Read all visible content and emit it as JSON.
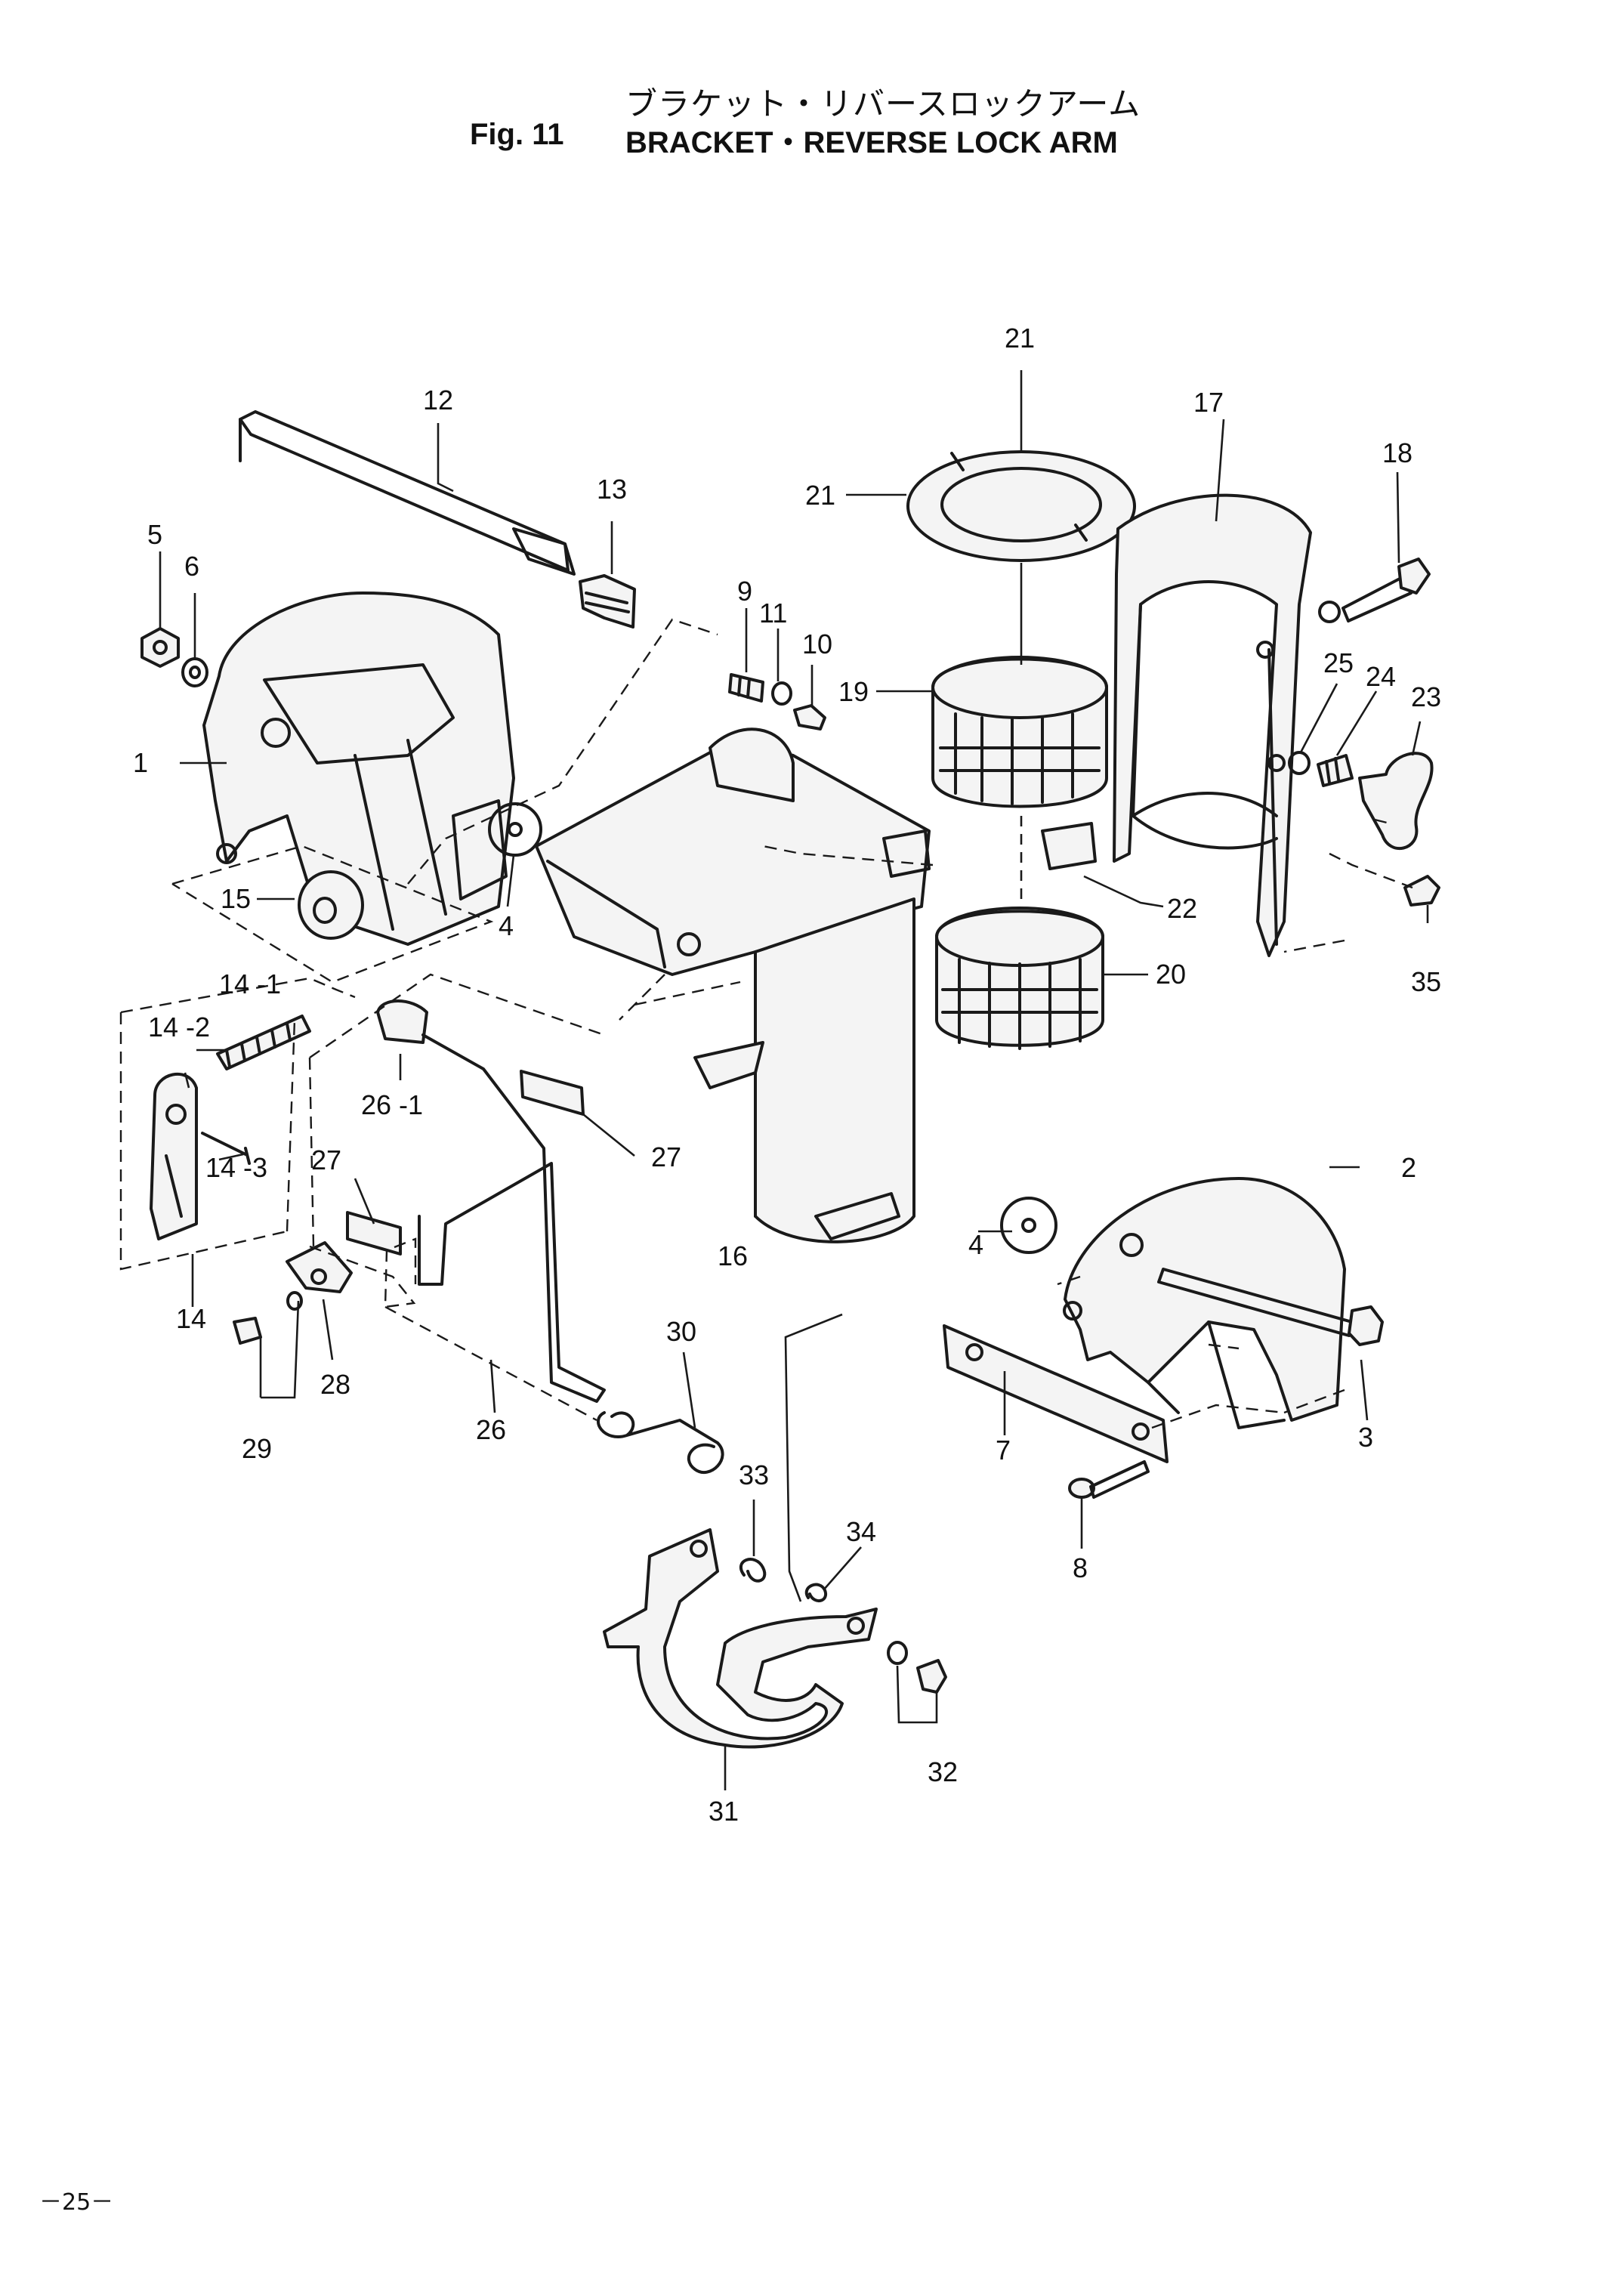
{
  "header": {
    "title_jp": "ブラケット・リバースロックアーム",
    "figure_number": "Fig. 11",
    "title_en": "BRACKET・REVERSE LOCK ARM"
  },
  "callouts": {
    "p1": "1",
    "p2": "2",
    "p3": "3",
    "p4": "4",
    "p5": "5",
    "p6": "6",
    "p7": "7",
    "p8": "8",
    "p9": "9",
    "p10": "10",
    "p11": "11",
    "p12": "12",
    "p13": "13",
    "p14": "14",
    "p14_1": "14 -1",
    "p14_2": "14 -2",
    "p14_3": "14 -3",
    "p15": "15",
    "p16": "16",
    "p17": "17",
    "p18": "18",
    "p19": "19",
    "p20": "20",
    "p21": "21",
    "p22": "22",
    "p23": "23",
    "p24": "24",
    "p25": "25",
    "p26": "26",
    "p26_1": "26 -1",
    "p27": "27",
    "p28": "28",
    "p29": "29",
    "p30": "30",
    "p31": "31",
    "p32": "32",
    "p33": "33",
    "p34": "34",
    "p35": "35"
  },
  "footer": {
    "page_number": "－25－"
  },
  "icons": {
    "diagram": "exploded-parts-diagram-icon"
  },
  "colors": {
    "ink": "#1a1a1a",
    "paper": "#ffffff"
  }
}
